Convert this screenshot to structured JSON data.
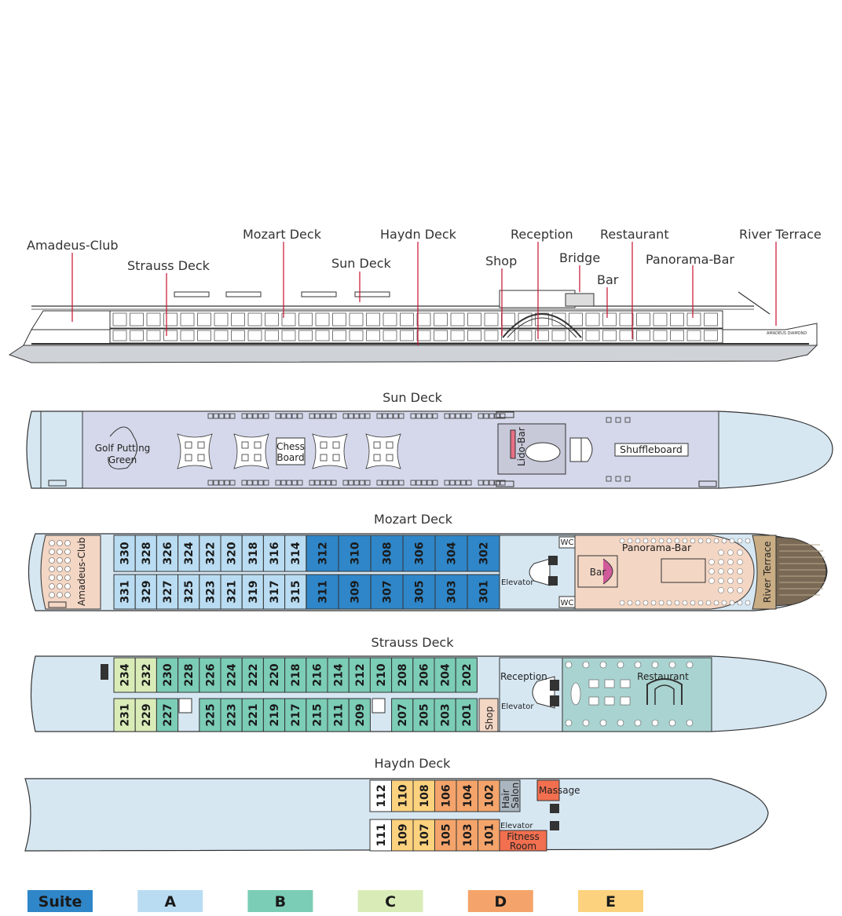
{
  "profile_labels": {
    "amadeus_club": "Amadeus-Club",
    "strauss_deck": "Strauss Deck",
    "mozart_deck": "Mozart Deck",
    "sun_deck": "Sun Deck",
    "haydn_deck": "Haydn Deck",
    "shop": "Shop",
    "reception": "Reception",
    "bridge": "Bridge",
    "bar": "Bar",
    "restaurant": "Restaurant",
    "panorama_bar": "Panorama-Bar",
    "river_terrace": "River Terrace",
    "hull_name": "AMADEUS DIAMOND"
  },
  "sun_deck": {
    "title": "Sun Deck",
    "golf_1": "Golf Putting",
    "golf_2": "Green",
    "chess_1": "Chess",
    "chess_2": "Board",
    "lido_bar": "Lido-Bar",
    "shuffleboard": "Shuffleboard"
  },
  "mozart_deck": {
    "title": "Mozart Deck",
    "amadeus_club": "Amadeus-Club",
    "elevator": "Elevator",
    "bar": "Bar",
    "panorama_bar": "Panorama-Bar",
    "river_terrace": "River Terrace",
    "wc_top": "WC",
    "wc_bottom": "WC",
    "cabins_top": [
      {
        "no": "330",
        "cat": "A"
      },
      {
        "no": "328",
        "cat": "A"
      },
      {
        "no": "326",
        "cat": "A"
      },
      {
        "no": "324",
        "cat": "A"
      },
      {
        "no": "322",
        "cat": "A"
      },
      {
        "no": "320",
        "cat": "A"
      },
      {
        "no": "318",
        "cat": "A"
      },
      {
        "no": "316",
        "cat": "A"
      },
      {
        "no": "314",
        "cat": "A"
      },
      {
        "no": "312",
        "cat": "Suite"
      },
      {
        "no": "310",
        "cat": "Suite"
      },
      {
        "no": "308",
        "cat": "Suite"
      },
      {
        "no": "306",
        "cat": "Suite"
      },
      {
        "no": "304",
        "cat": "Suite"
      },
      {
        "no": "302",
        "cat": "Suite"
      }
    ],
    "cabins_bottom": [
      {
        "no": "331",
        "cat": "A"
      },
      {
        "no": "329",
        "cat": "A"
      },
      {
        "no": "327",
        "cat": "A"
      },
      {
        "no": "325",
        "cat": "A"
      },
      {
        "no": "323",
        "cat": "A"
      },
      {
        "no": "321",
        "cat": "A"
      },
      {
        "no": "319",
        "cat": "A"
      },
      {
        "no": "317",
        "cat": "A"
      },
      {
        "no": "315",
        "cat": "A"
      },
      {
        "no": "311",
        "cat": "Suite"
      },
      {
        "no": "309",
        "cat": "Suite"
      },
      {
        "no": "307",
        "cat": "Suite"
      },
      {
        "no": "305",
        "cat": "Suite"
      },
      {
        "no": "303",
        "cat": "Suite"
      },
      {
        "no": "301",
        "cat": "Suite"
      }
    ]
  },
  "strauss_deck": {
    "title": "Strauss Deck",
    "reception": "Reception",
    "elevator": "Elevator",
    "restaurant": "Restaurant",
    "shop": "Shop",
    "cabins_top": [
      {
        "no": "234",
        "cat": "C"
      },
      {
        "no": "232",
        "cat": "C"
      },
      {
        "no": "230",
        "cat": "B"
      },
      {
        "no": "228",
        "cat": "B"
      },
      {
        "no": "226",
        "cat": "B"
      },
      {
        "no": "224",
        "cat": "B"
      },
      {
        "no": "222",
        "cat": "B"
      },
      {
        "no": "220",
        "cat": "B"
      },
      {
        "no": "218",
        "cat": "B"
      },
      {
        "no": "216",
        "cat": "B"
      },
      {
        "no": "214",
        "cat": "B"
      },
      {
        "no": "212",
        "cat": "B"
      },
      {
        "no": "210",
        "cat": "B"
      },
      {
        "no": "208",
        "cat": "B"
      },
      {
        "no": "206",
        "cat": "B"
      },
      {
        "no": "204",
        "cat": "B"
      },
      {
        "no": "202",
        "cat": "B"
      }
    ],
    "cabins_bottom": [
      {
        "no": "231",
        "cat": "C"
      },
      {
        "no": "229",
        "cat": "C"
      },
      {
        "no": "227",
        "cat": "B"
      },
      {
        "no": "225",
        "cat": "B"
      },
      {
        "no": "223",
        "cat": "B"
      },
      {
        "no": "221",
        "cat": "B"
      },
      {
        "no": "219",
        "cat": "B"
      },
      {
        "no": "217",
        "cat": "B"
      },
      {
        "no": "215",
        "cat": "B"
      },
      {
        "no": "211",
        "cat": "B"
      },
      {
        "no": "209",
        "cat": "B"
      },
      {
        "no": "207",
        "cat": "B"
      },
      {
        "no": "205",
        "cat": "B"
      },
      {
        "no": "203",
        "cat": "B"
      },
      {
        "no": "201",
        "cat": "B"
      }
    ]
  },
  "haydn_deck": {
    "title": "Haydn Deck",
    "hair_1": "Hair",
    "hair_2": "Salon",
    "massage": "Massage",
    "elevator": "Elevator",
    "fitness_1": "Fitness",
    "fitness_2": "Room",
    "cabins_top": [
      {
        "no": "112",
        "cat": "none"
      },
      {
        "no": "110",
        "cat": "E"
      },
      {
        "no": "108",
        "cat": "E"
      },
      {
        "no": "106",
        "cat": "D"
      },
      {
        "no": "104",
        "cat": "D"
      },
      {
        "no": "102",
        "cat": "D"
      }
    ],
    "cabins_bottom": [
      {
        "no": "111",
        "cat": "none"
      },
      {
        "no": "109",
        "cat": "E"
      },
      {
        "no": "107",
        "cat": "E"
      },
      {
        "no": "105",
        "cat": "D"
      },
      {
        "no": "103",
        "cat": "D"
      },
      {
        "no": "101",
        "cat": "D"
      }
    ]
  },
  "legend": [
    {
      "label": "Suite",
      "color": "#2f86c8"
    },
    {
      "label": "A",
      "color": "#b9dcf2"
    },
    {
      "label": "B",
      "color": "#7ccdb5"
    },
    {
      "label": "C",
      "color": "#d9ecb8"
    },
    {
      "label": "D",
      "color": "#f4a46b"
    },
    {
      "label": "E",
      "color": "#fcd27e"
    }
  ],
  "colors": {
    "hull": "#d6e7f2",
    "sun_deck_floor": "#d5d8ea",
    "salon": "#f3d6c4",
    "restaurant": "#a9d3d0",
    "none": "#ffffff",
    "pointer": "#c8102e"
  }
}
